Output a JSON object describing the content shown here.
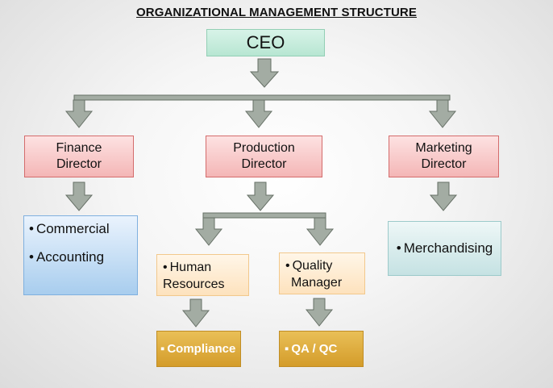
{
  "title": "ORGANIZATIONAL MANAGEMENT STRUCTURE",
  "ceo": "CEO",
  "directors": {
    "finance": [
      "Finance",
      "Director"
    ],
    "production": [
      "Production",
      "Director"
    ],
    "marketing": [
      "Marketing",
      "Director"
    ]
  },
  "finance_units": [
    "Commercial",
    "Accounting"
  ],
  "marketing_units": [
    "Merchandising"
  ],
  "production_units": {
    "human_resources": [
      "Human",
      "Resources"
    ],
    "quality_manager": [
      "Quality",
      "Manager"
    ]
  },
  "sub_units": {
    "compliance": "Compliance",
    "qa_qc": "QA / QC"
  },
  "bullet": "•",
  "square_bullet": "▪",
  "colors": {
    "arrow_fill": "#a3aca3",
    "arrow_stroke": "#667066",
    "ceo_fill": "#b7e6d2",
    "director_fill": "#f4b6b6",
    "finance_units_fill": "#a8cdee",
    "marketing_units_fill": "#c5e2e3",
    "production_units_fill": "#fde2bd",
    "sub_units_fill": "#d49c2a"
  }
}
